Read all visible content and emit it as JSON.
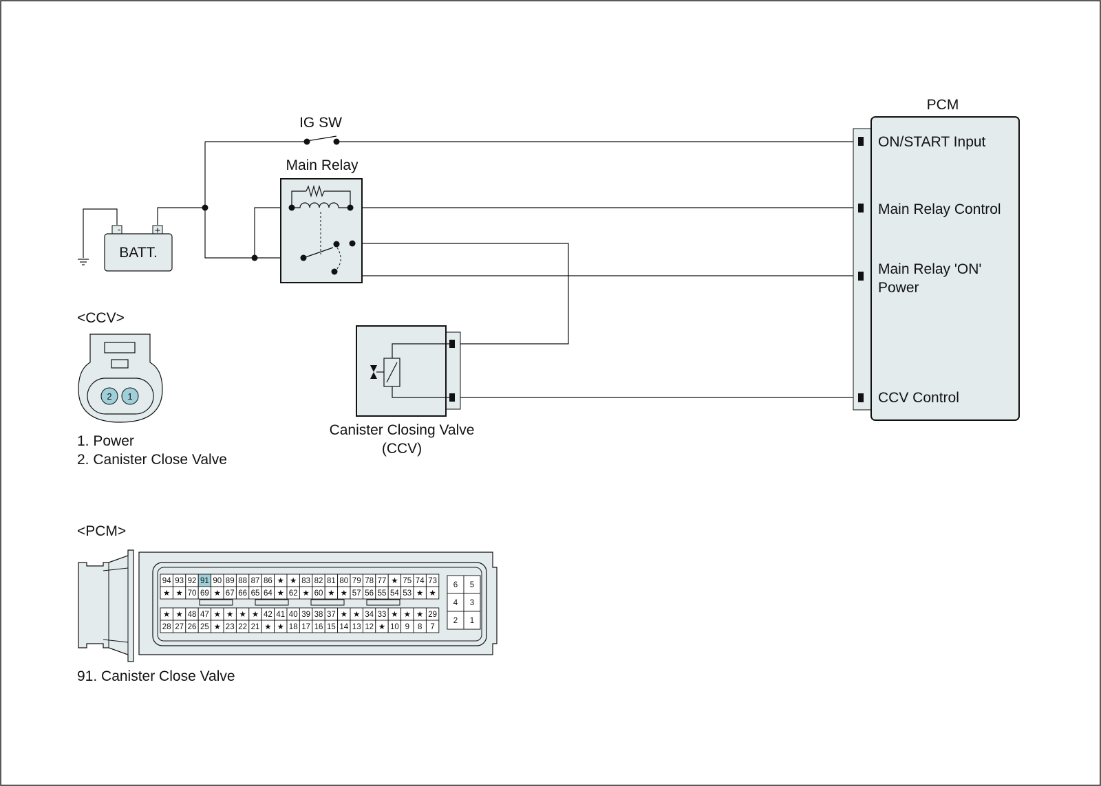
{
  "colors": {
    "box_fill": "#e3ebed",
    "wire": "#111111",
    "highlight": "#9fd0da",
    "pin_fill": "#ffffff"
  },
  "labels": {
    "ig_sw": "IG SW",
    "main_relay": "Main Relay",
    "batt": "BATT.",
    "batt_minus": "-",
    "batt_plus": "+",
    "pcm_title": "PCM",
    "pcm_on_start": "ON/START Input",
    "pcm_main_relay_control": "Main Relay Control",
    "pcm_main_relay_on_power_1": "Main Relay 'ON'",
    "pcm_main_relay_on_power_2": "Power",
    "pcm_ccv_control": "CCV Control",
    "ccv_caption_1": "Canister Closing Valve",
    "ccv_caption_2": "(CCV)"
  },
  "ccv_connector": {
    "title": "<CCV>",
    "pins": [
      "2",
      "1"
    ],
    "legend": [
      "1. Power",
      "2. Canister Close Valve"
    ]
  },
  "pcm_connector": {
    "title": "<PCM>",
    "main_rows": [
      [
        "94",
        "93",
        "92",
        "91",
        "90",
        "89",
        "88",
        "87",
        "86",
        "★",
        "★",
        "83",
        "82",
        "81",
        "80",
        "79",
        "78",
        "77",
        "★",
        "75",
        "74",
        "73"
      ],
      [
        "★",
        "★",
        "70",
        "69",
        "★",
        "67",
        "66",
        "65",
        "64",
        "★",
        "62",
        "★",
        "60",
        "★",
        "★",
        "57",
        "56",
        "55",
        "54",
        "53",
        "★",
        "★"
      ],
      [
        "★",
        "★",
        "48",
        "47",
        "★",
        "★",
        "★",
        "★",
        "42",
        "41",
        "40",
        "39",
        "38",
        "37",
        "★",
        "★",
        "34",
        "33",
        "★",
        "★",
        "★",
        "29"
      ],
      [
        "28",
        "27",
        "26",
        "25",
        "★",
        "23",
        "22",
        "21",
        "★",
        "★",
        "18",
        "17",
        "16",
        "15",
        "14",
        "13",
        "12",
        "★",
        "10",
        "9",
        "8",
        "7"
      ]
    ],
    "aux_rows": [
      [
        "6",
        "5"
      ],
      [
        "4",
        "3"
      ],
      [
        "2",
        "1"
      ]
    ],
    "highlighted_pin": "91",
    "legend": [
      "91. Canister Close Valve"
    ]
  }
}
